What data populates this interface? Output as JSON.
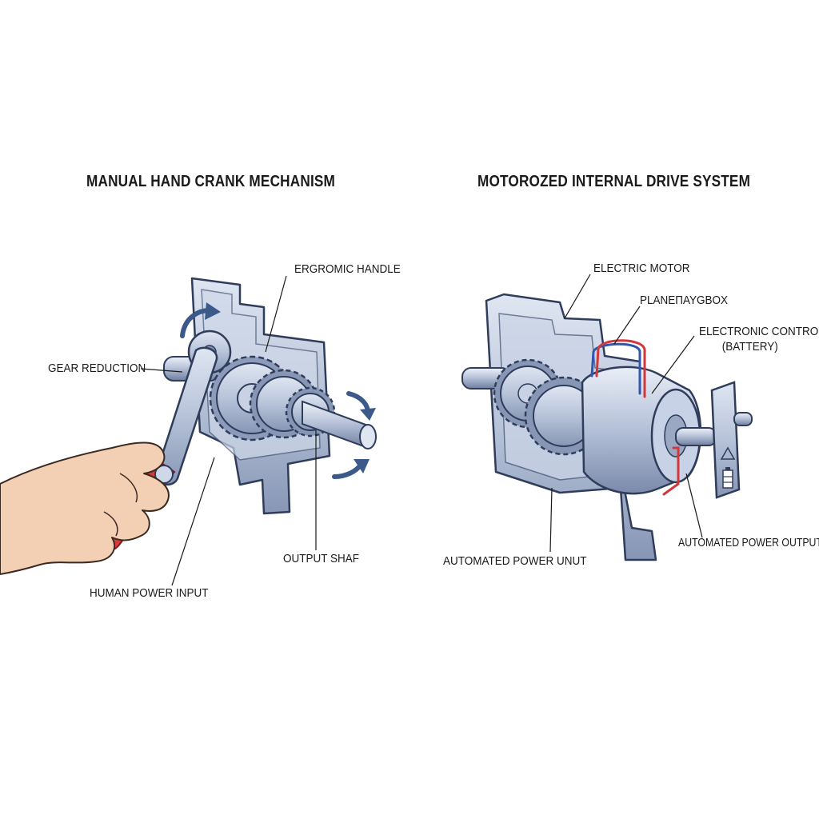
{
  "left_panel": {
    "title": "MANUAL HAND CRANK MECHANISM",
    "labels": {
      "ergonomic_handle": "ERGROMIC HANDLE",
      "gear_reduction": "GEAR REDUCTION",
      "output_shaft": "OUTPUT SHAF",
      "human_power_input": "HUMAN POWER INPUT"
    }
  },
  "right_panel": {
    "title": "MOTOROZED INTERNAL DRIVE SYSTEM",
    "labels": {
      "electric_motor": "ELECTRIC MOTOR",
      "planetary_gearbox": "PLANEПAYGBOX",
      "electronic_control_line1": "ELECTRONIC CONTROL",
      "electronic_control_line2": "(BATTERY)",
      "automated_power_unit": "AUTOMATED POWER UNUT",
      "automated_power_output": "AUTOMATED POWER OUTPUT"
    }
  },
  "colors": {
    "metal": "#b7c3d9",
    "metal_dark": "#5a6a8c",
    "outline": "#2f3c5a",
    "arrow": "#3b5a8a",
    "handle_red": "#d63a3a",
    "skin": "#f3cfb4",
    "wire_red": "#d2373a",
    "wire_blue": "#2f57b0"
  }
}
